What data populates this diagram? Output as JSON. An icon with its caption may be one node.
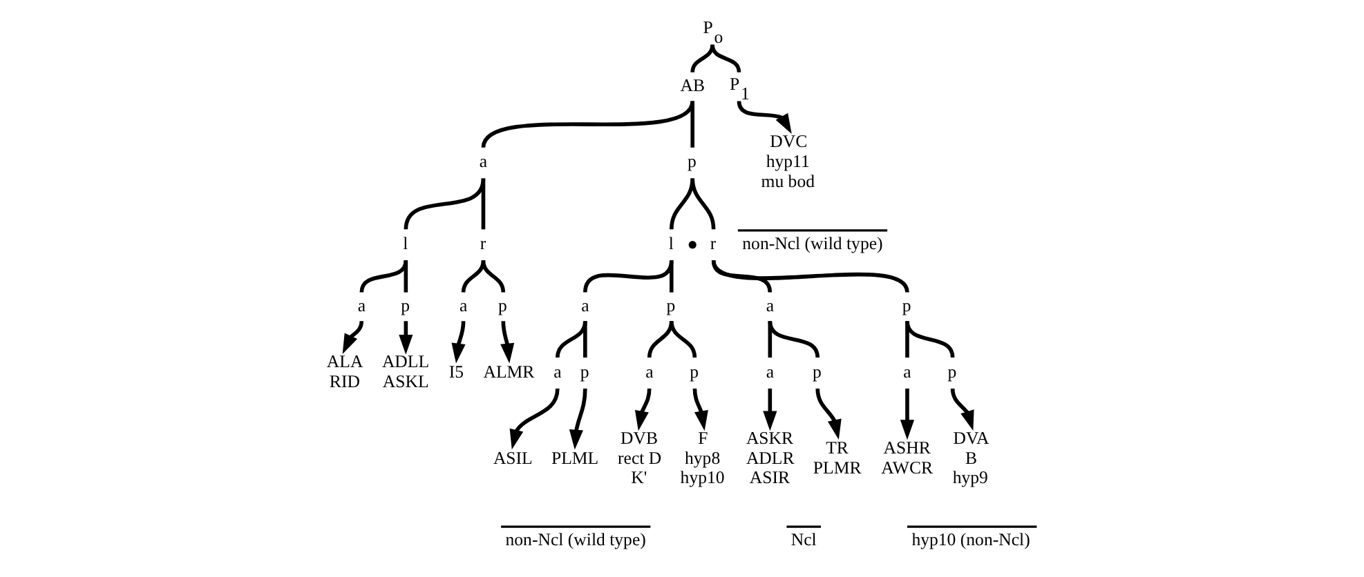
{
  "diagram": {
    "nodes": [
      {
        "text": [
          "P$_{o}$"
        ]
      },
      {
        "text": [
          "AB"
        ]
      },
      {
        "text": [
          "P$_{1}$"
        ]
      },
      {
        "text": [
          "a"
        ]
      },
      {
        "text": [
          "p"
        ]
      },
      {
        "text": [
          "l"
        ]
      },
      {
        "text": [
          "r"
        ]
      },
      {
        "text": [
          "l"
        ]
      },
      {
        "text": [
          "r"
        ]
      },
      {
        "text": [
          "DVC",
          "hyp11",
          "mu bod"
        ]
      },
      {
        "text": [
          "a"
        ]
      },
      {
        "text": [
          "p"
        ]
      },
      {
        "text": [
          "a"
        ]
      },
      {
        "text": [
          "p"
        ]
      },
      {
        "text": [
          "a"
        ]
      },
      {
        "text": [
          "p"
        ]
      },
      {
        "text": [
          "a"
        ]
      },
      {
        "text": [
          "p"
        ]
      },
      {
        "text": [
          "ALA",
          "RID"
        ]
      },
      {
        "text": [
          "ADLL",
          "ASKL"
        ]
      },
      {
        "text": [
          "I5"
        ]
      },
      {
        "text": [
          "ALMR"
        ]
      },
      {
        "text": [
          "a"
        ]
      },
      {
        "text": [
          "p"
        ]
      },
      {
        "text": [
          "a"
        ]
      },
      {
        "text": [
          "p"
        ]
      },
      {
        "text": [
          "a"
        ]
      },
      {
        "text": [
          "p"
        ]
      },
      {
        "text": [
          "a"
        ]
      },
      {
        "text": [
          "p"
        ]
      },
      {
        "text": [
          "ASIL"
        ]
      },
      {
        "text": [
          "PLML"
        ]
      },
      {
        "text": [
          "DVB",
          "rect D",
          "K'"
        ]
      },
      {
        "text": [
          "F",
          "hyp8",
          "hyp10"
        ]
      },
      {
        "text": [
          "ASKR",
          "ADLR",
          "ASIR"
        ]
      },
      {
        "text": [
          "TR",
          "PLMR"
        ]
      },
      {
        "text": [
          "ASHR",
          "AWCR"
        ]
      },
      {
        "text": [
          "DVA",
          "B",
          "hyp9"
        ]
      },
      {
        "text": [],
        "shape": "circle"
      }
    ],
    "edges": [
      {
        "from": 0,
        "to": 1,
        "arrow": "none"
      },
      {
        "from": 0,
        "to": 2,
        "arrow": "none"
      },
      {
        "from": 1,
        "to": 3,
        "arrow": "none"
      },
      {
        "from": 1,
        "to": 4,
        "arrow": "none"
      },
      {
        "from": 3,
        "to": 5,
        "arrow": "none"
      },
      {
        "from": 3,
        "to": 6,
        "arrow": "none"
      },
      {
        "from": 4,
        "to": 7,
        "arrow": "none"
      },
      {
        "from": 4,
        "to": 8,
        "arrow": "none"
      },
      {
        "from": 2,
        "to": 9,
        "arrow": "to"
      },
      {
        "from": 5,
        "to": 10,
        "arrow": "none"
      },
      {
        "from": 5,
        "to": 11,
        "arrow": "none"
      },
      {
        "from": 6,
        "to": 12,
        "arrow": "none"
      },
      {
        "from": 6,
        "to": 13,
        "arrow": "none"
      },
      {
        "from": 7,
        "to": 14,
        "arrow": "none"
      },
      {
        "from": 7,
        "to": 15,
        "arrow": "none"
      },
      {
        "from": 8,
        "to": 16,
        "arrow": "none"
      },
      {
        "from": 8,
        "to": 17,
        "arrow": "none"
      },
      {
        "from": 10,
        "to": 18,
        "arrow": "to"
      },
      {
        "from": 11,
        "to": 19,
        "arrow": "to"
      },
      {
        "from": 12,
        "to": 20,
        "arrow": "to"
      },
      {
        "from": 13,
        "to": 21,
        "arrow": "to"
      },
      {
        "from": 14,
        "to": 22,
        "arrow": "none"
      },
      {
        "from": 14,
        "to": 23,
        "arrow": "none"
      },
      {
        "from": 15,
        "to": 24,
        "arrow": "none"
      },
      {
        "from": 15,
        "to": 25,
        "arrow": "none"
      },
      {
        "from": 16,
        "to": 26,
        "arrow": "none"
      },
      {
        "from": 16,
        "to": 27,
        "arrow": "none"
      },
      {
        "from": 17,
        "to": 28,
        "arrow": "none"
      },
      {
        "from": 17,
        "to": 29,
        "arrow": "none"
      },
      {
        "from": 22,
        "to": 30,
        "arrow": "to"
      },
      {
        "from": 23,
        "to": 31,
        "arrow": "to"
      },
      {
        "from": 24,
        "to": 32,
        "arrow": "to"
      },
      {
        "from": 25,
        "to": 33,
        "arrow": "to"
      },
      {
        "from": 26,
        "to": 34,
        "arrow": "to"
      },
      {
        "from": 27,
        "to": 35,
        "arrow": "to"
      },
      {
        "from": 28,
        "to": 36,
        "arrow": "to"
      },
      {
        "from": 29,
        "to": 37,
        "arrow": "to"
      }
    ],
    "labels": [
      "non-Ncl (wild type)",
      "non-Ncl (wild type)",
      "Ncl",
      "hyp10 (non-Ncl)"
    ]
  }
}
